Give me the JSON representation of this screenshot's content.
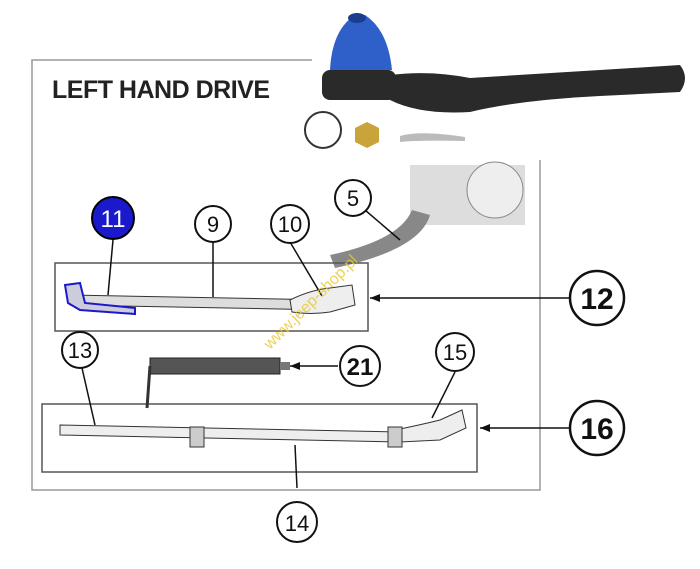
{
  "title": "LEFT HAND DRIVE",
  "watermark": "www.jeep-shop.pl",
  "callouts": {
    "c11": "11",
    "c9": "9",
    "c10": "10",
    "c5": "5",
    "c12": "12",
    "c13": "13",
    "c21": "21",
    "c15": "15",
    "c16": "16",
    "c14": "14"
  },
  "colors": {
    "highlight": "#1a1acc",
    "boot": "#2f5fc8",
    "rod": "#2a2a2a"
  }
}
